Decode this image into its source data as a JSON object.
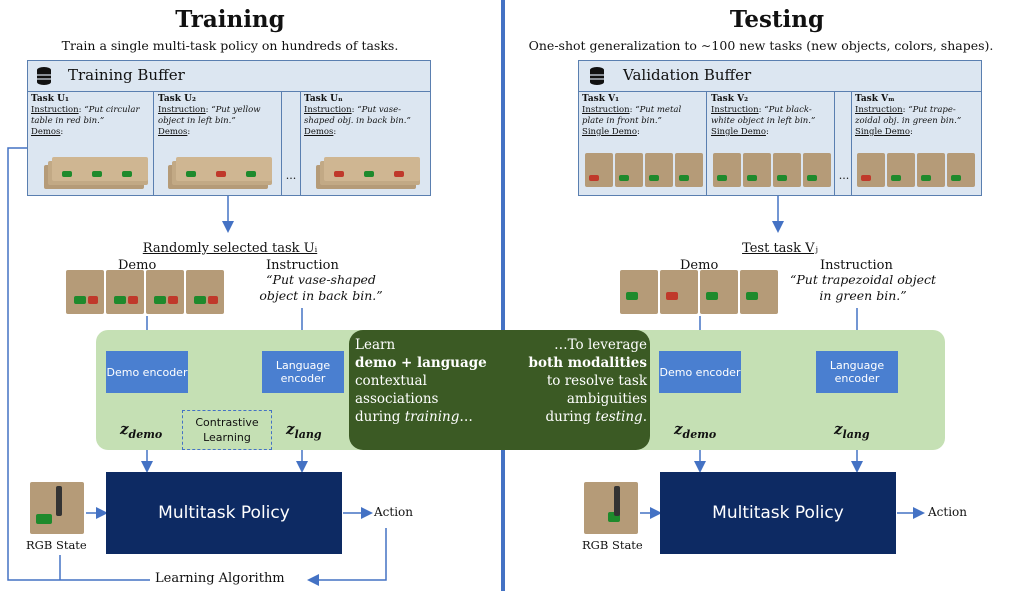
{
  "training": {
    "title": "Training",
    "subtitle": "Train a single multi-task policy on hundreds of tasks.",
    "buffer_title": "Training Buffer",
    "tasks": [
      {
        "name": "Task U₁",
        "instr_label": "Instruction",
        "instruction": "“Put circular table in red bin.”",
        "demo_label": "Demos"
      },
      {
        "name": "Task U₂",
        "instr_label": "Instruction",
        "instruction": "“Put yellow object in left bin.”",
        "demo_label": "Demos"
      },
      {
        "name": "Task Uₙ",
        "instr_label": "Instruction",
        "instruction": "“Put vase-shaped obj. in back bin.”",
        "demo_label": "Demos"
      }
    ],
    "ellipsis": "...",
    "selected_task": "Randomly selected task Uᵢ",
    "demo_label": "Demo",
    "instruction_label": "Instruction",
    "instruction_text": "“Put vase-shaped object in back bin.”",
    "demo_encoder": "Demo encoder",
    "language_encoder": "Language encoder",
    "contrastive": "Contrastive Learning",
    "z_demo": "z",
    "z_demo_sub": "demo",
    "z_lang": "z",
    "z_lang_sub": "lang",
    "policy": "Multitask Policy",
    "rgb_state": "RGB State",
    "action": "Action",
    "learning_algorithm": "Learning Algorithm"
  },
  "testing": {
    "title": "Testing",
    "subtitle": "One-shot generalization to ∼100 new tasks (new objects, colors, shapes).",
    "buffer_title": "Validation Buffer",
    "tasks": [
      {
        "name": "Task V₁",
        "instr_label": "Instruction",
        "instruction": "“Put metal plate in front bin.”",
        "demo_label": "Single Demo"
      },
      {
        "name": "Task V₂",
        "instr_label": "Instruction",
        "instruction": "“Put black-white object in left bin.”",
        "demo_label": "Single Demo"
      },
      {
        "name": "Task Vₘ",
        "instr_label": "Instruction",
        "instruction": "“Put trape-zoidal obj. in green bin.”",
        "demo_label": "Single Demo"
      }
    ],
    "ellipsis": "...",
    "selected_task": "Test task Vⱼ",
    "demo_label": "Demo",
    "instruction_label": "Instruction",
    "instruction_text": "“Put trapezoidal object in green bin.”",
    "demo_encoder": "Demo encoder",
    "language_encoder": "Language encoder",
    "z_demo": "z",
    "z_demo_sub": "demo",
    "z_lang": "z",
    "z_lang_sub": "lang",
    "policy": "Multitask Policy",
    "rgb_state": "RGB State",
    "action": "Action"
  },
  "center_notes": {
    "left_l1": "Learn",
    "left_l2": "demo + language",
    "left_l3": "contextual",
    "left_l4": "associations",
    "left_l5a": "during ",
    "left_l5b": "training",
    "left_l5c": "…",
    "right_l1": "…To leverage",
    "right_l2": "both modalities",
    "right_l3": "to resolve task",
    "right_l4": "ambiguities",
    "right_l5a": "during ",
    "right_l5b": "testing",
    "right_l5c": "."
  },
  "colors": {
    "divider": "#4472c4",
    "green_panel": "#c5e0b4",
    "dark_green": "#3b5a24",
    "encoder": "#4a7fd0",
    "policy": "#0d2a63",
    "arrow": "#4472c4"
  }
}
